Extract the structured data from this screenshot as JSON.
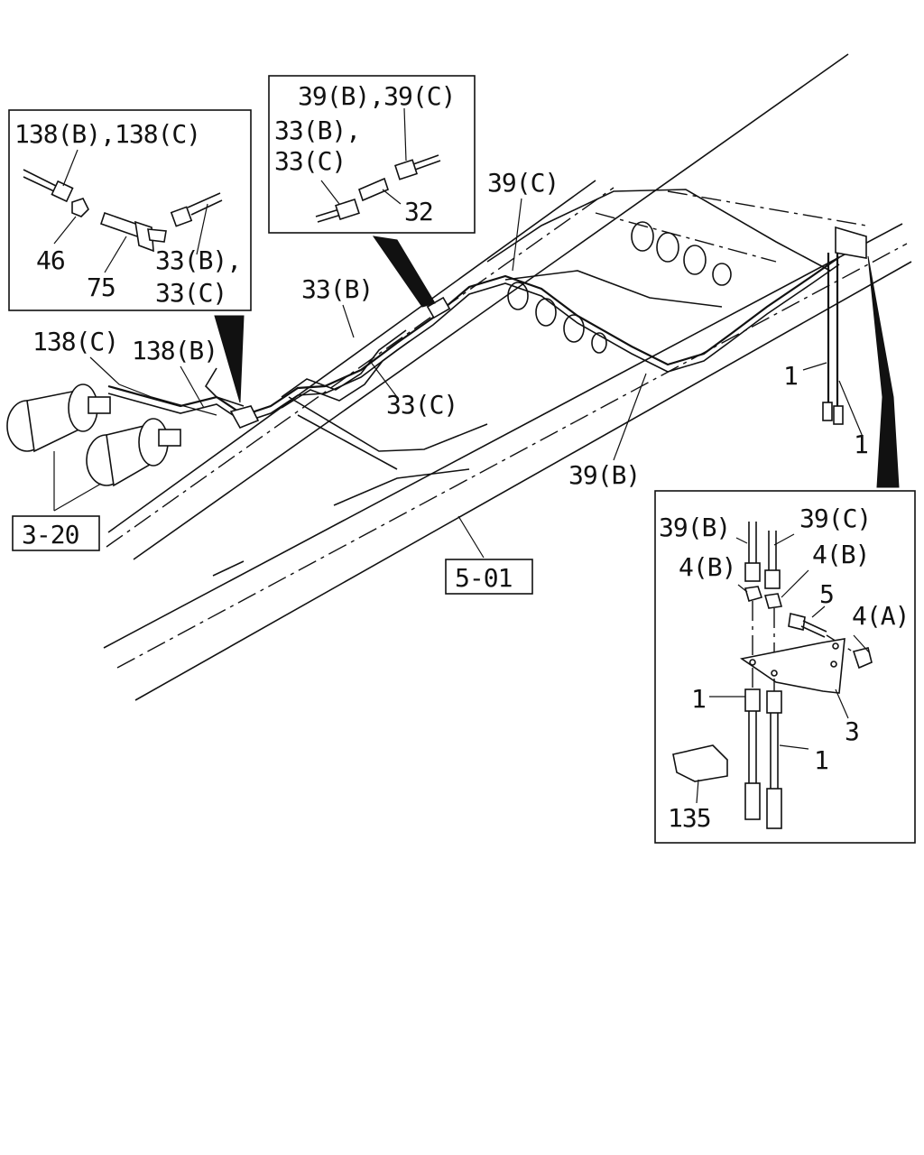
{
  "inset_left": {
    "labels": {
      "l138bc": "138(B),138(C)",
      "l46": "46",
      "l75": "75",
      "l33bc_a": "33(B),",
      "l33bc_b": "33(C)"
    }
  },
  "inset_top": {
    "labels": {
      "l39bc": "39(B),39(C)",
      "l33b": "33(B),",
      "l33c": "33(C)",
      "l32": "32"
    }
  },
  "main": {
    "labels": {
      "l39c": "39(C)",
      "l33b": "33(B)",
      "l33c": "33(C)",
      "l138c": "138(C)",
      "l138b": "138(B)",
      "l39b": "39(B)",
      "l1a": "1",
      "l1b": "1",
      "ref320": "3-20",
      "ref501": "5-01"
    }
  },
  "inset_right": {
    "labels": {
      "l39b": "39(B)",
      "l39c": "39(C)",
      "l4b_left": "4(B)",
      "l4b_right": "4(B)",
      "l5": "5",
      "l4a": "4(A)",
      "l1_top": "1",
      "l3": "3",
      "l1_bottom": "1",
      "l135": "135"
    }
  }
}
